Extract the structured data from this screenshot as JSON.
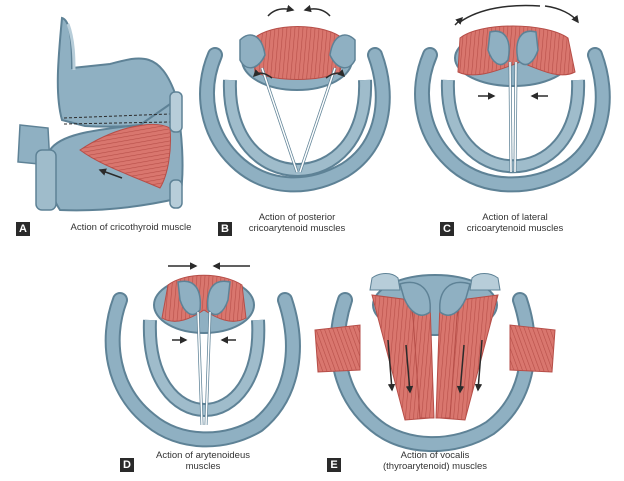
{
  "panels": [
    {
      "letter": "A",
      "caption_lines": [
        "Action of cricothyroid muscle"
      ]
    },
    {
      "letter": "B",
      "caption_lines": [
        "Action of posterior",
        "cricoarytenoid muscles"
      ]
    },
    {
      "letter": "C",
      "caption_lines": [
        "Action of lateral",
        "cricoarytenoid muscles"
      ]
    },
    {
      "letter": "D",
      "caption_lines": [
        "Action of arytenoideus",
        "muscles"
      ]
    },
    {
      "letter": "E",
      "caption_lines": [
        "Action of vocalis",
        "(thyroarytenoid) muscles"
      ]
    }
  ],
  "colors": {
    "cartilage_fill": "#8fb0c2",
    "cartilage_dark": "#5e8296",
    "cartilage_light": "#b7cdd9",
    "muscle_fill": "#d9766e",
    "muscle_stripe": "#b64e48",
    "arrow": "#2b2b2b",
    "label_box": "#2a2a2a"
  }
}
